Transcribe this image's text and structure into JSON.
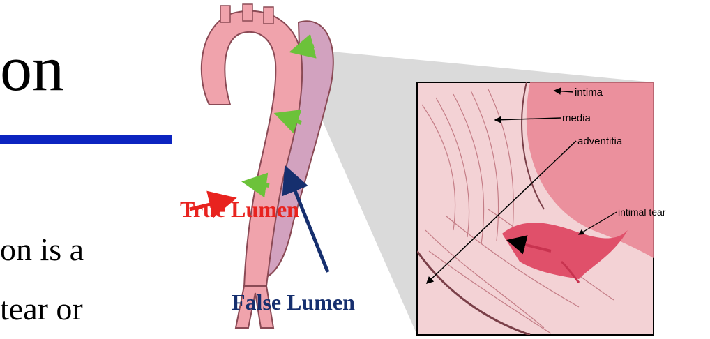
{
  "slide": {
    "title_fragment": "on",
    "body_line_1": "on is a",
    "body_line_2": "tear or"
  },
  "diagram": {
    "true_lumen_label": "True Lumen",
    "false_lumen_label": "False Lumen",
    "inset_labels": {
      "intima": "intima",
      "media": "media",
      "adventitia": "adventitia",
      "intimal_tear": "intimal tear"
    },
    "colors": {
      "aorta": "#f0a3ac",
      "aorta_outline": "#8a4a55",
      "false_lumen": "#d2a2bf",
      "flow_arrow": "#6cc23a",
      "true_lumen_label": "#e8231f",
      "false_lumen_label": "#162f6e",
      "title_underline": "#0c24c0",
      "inset_bg": "#f3d2d5",
      "tear": "#e0506a"
    }
  }
}
